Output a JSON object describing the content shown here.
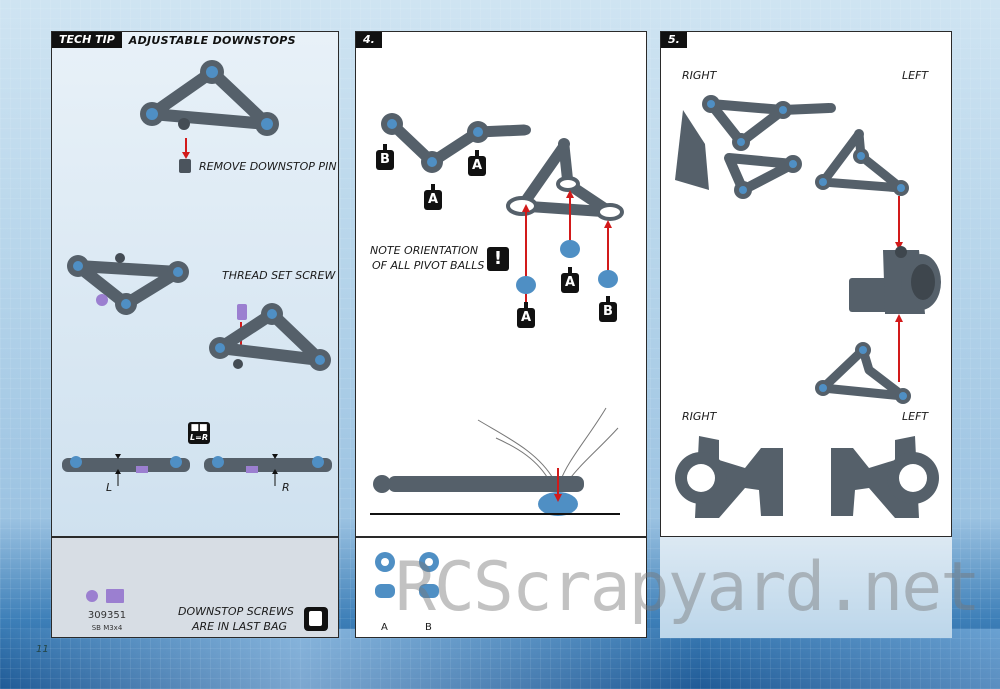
{
  "page_number": "11",
  "watermark": "RCScrapyard.net",
  "tech_tip": {
    "tag": "TECH TIP",
    "title": "ADJUSTABLE DOWNSTOPS",
    "remove_pin": "REMOVE DOWNSTOP PIN",
    "thread_screw": "THREAD SET SCREW",
    "lr_icon": "L=R",
    "label_l": "L",
    "label_r": "R"
  },
  "tech_tip_footer": {
    "part_number": "309351",
    "part_desc": "SB M3x4",
    "note_line1": "DOWNSTOP SCREWS",
    "note_line2": "ARE IN LAST BAG"
  },
  "step4": {
    "tag": "4.",
    "note_line1": "NOTE ORIENTATION",
    "note_line2": "OF ALL PIVOT BALLS",
    "excl": "!",
    "badges": [
      "B",
      "A",
      "A",
      "A",
      "A",
      "B"
    ]
  },
  "step4_footer": {
    "label_a": "A",
    "label_b": "B"
  },
  "step5": {
    "tag": "5.",
    "right_top": "RIGHT",
    "left_top": "LEFT",
    "right_bottom": "RIGHT",
    "left_bottom": "LEFT"
  },
  "colors": {
    "part_gray": "#55606a",
    "ball_blue": "#4f8fc4",
    "arrow_red": "#d21a1a",
    "screw_purple": "#9b7fd0"
  }
}
